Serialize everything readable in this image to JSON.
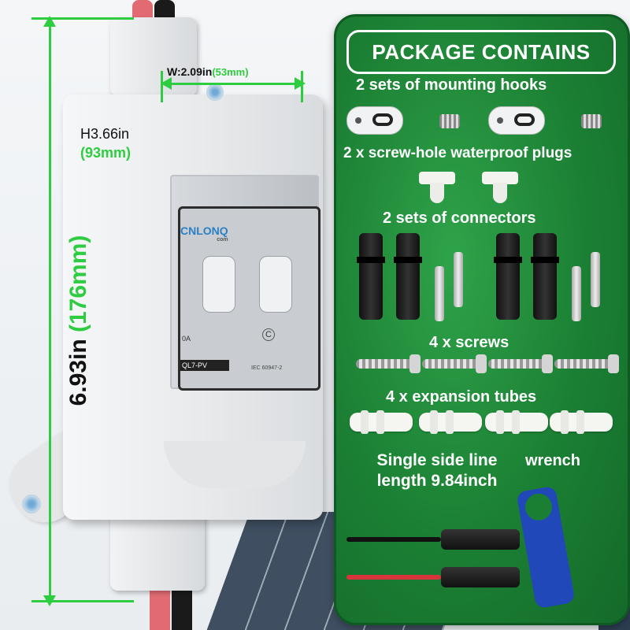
{
  "product": {
    "brand": "CNLONQ",
    "brand_sub": "com",
    "model": "QL7-PV",
    "standard": "IEC 60947-2",
    "rating_fragment": "0A"
  },
  "dimensions": {
    "height_total_in": "6.93in",
    "height_total_mm": "(176mm)",
    "height_box_in": "H3.66in",
    "height_box_mm": "(93mm)",
    "width_in": "W:2.09in",
    "width_mm": "(53mm)"
  },
  "package": {
    "title": "PACKAGE CONTAINS",
    "items": [
      {
        "label": "2 sets of mounting hooks"
      },
      {
        "label": "2 x screw-hole waterproof plugs"
      },
      {
        "label": "2 sets of connectors"
      },
      {
        "label": "4 x screws"
      },
      {
        "label": "4 x expansion tubes"
      }
    ],
    "line_length_label": "Single side line length 9.84inch",
    "wrench_label": "wrench"
  },
  "colors": {
    "accent_green": "#2ecc40",
    "panel_green": "#1b7f33",
    "wrench_blue": "#2148b8"
  }
}
